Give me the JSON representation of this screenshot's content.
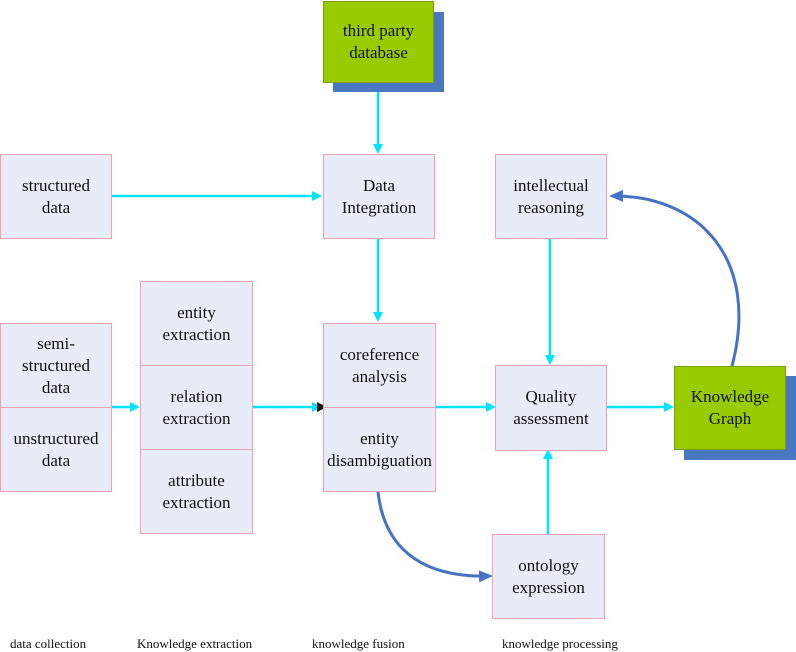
{
  "boxes": {
    "third_party": "third party database",
    "structured": "structured data",
    "data_integration": "Data Integration",
    "intellectual": "intellectual reasoning",
    "semi_structured": "semi-structured data",
    "unstructured": "unstructured data",
    "entity_extraction": "entity extraction",
    "relation_extraction": "relation extraction",
    "attribute_extraction": "attribute extraction",
    "coreference": "coreference analysis",
    "disambiguation": "entity disambiguation",
    "quality": "Quality assessment",
    "knowledge_graph": "Knowledge Graph",
    "ontology": "ontology expression"
  },
  "stages": {
    "data_collection": "data collection",
    "knowledge_extraction": "Knowledge extraction",
    "knowledge_fusion": "knowledge fusion",
    "knowledge_processing": "knowledge processing"
  },
  "colors": {
    "box_fill": "#e8ecf6",
    "box_border": "#f0a0b0",
    "highlight_fill": "#99cc00",
    "shadow": "#4a78c0",
    "flow_arrow": "#00e5ff",
    "feedback_arrow": "#4472c4"
  }
}
